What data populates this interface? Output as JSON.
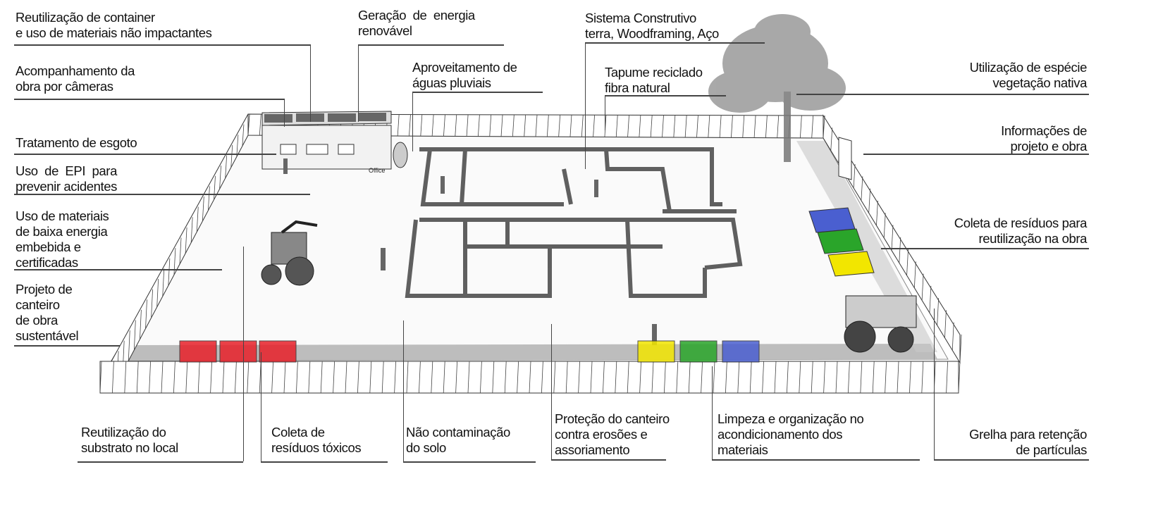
{
  "labels": {
    "container": "Reutilização de container\ne uso de materiais não impactantes",
    "cameras": "Acompanhamento da\nobra por câmeras",
    "energia": "Geração  de  energia\nrenovável",
    "aguas": "Aproveitamento de\náguas pluviais",
    "sistema": "Sistema Construtivo\nterra, Woodframing, Aço",
    "tapume": "Tapume reciclado\nfibra natural",
    "vegetacao": "Utilização de espécie\nvegetação nativa",
    "informacoes": "Informações de\nprojeto e obra",
    "coleta_reutilizacao": "Coleta de resíduos para\nreutilização na obra",
    "esgoto": "Tratamento de esgoto",
    "epi": "Uso  de  EPI  para\nprevenir acidentes",
    "materiais": "Uso de materiais\nde baixa energia\nembebida e\ncertificadas",
    "projeto": "Projeto de\ncanteiro\nde obra\nsustentável",
    "substrato": "Reutilização do\nsubstrato no local",
    "toxicos": "Coleta de\nresíduos tóxicos",
    "solo": "Não contaminação\ndo solo",
    "protecao": "Proteção do canteiro\ncontra erosões e\nassoriamento",
    "limpeza": "Limpeza e organização no\nacondicionamento dos\nmateriais",
    "grelha": "Grelha para retenção\nde partículas"
  },
  "office_sign": "Office",
  "colors": {
    "red": "#e8202a",
    "yellow": "#f2e600",
    "green": "#2aa52a",
    "blue": "#4a5fd0",
    "ground_shadow": "#b8b8b8"
  }
}
